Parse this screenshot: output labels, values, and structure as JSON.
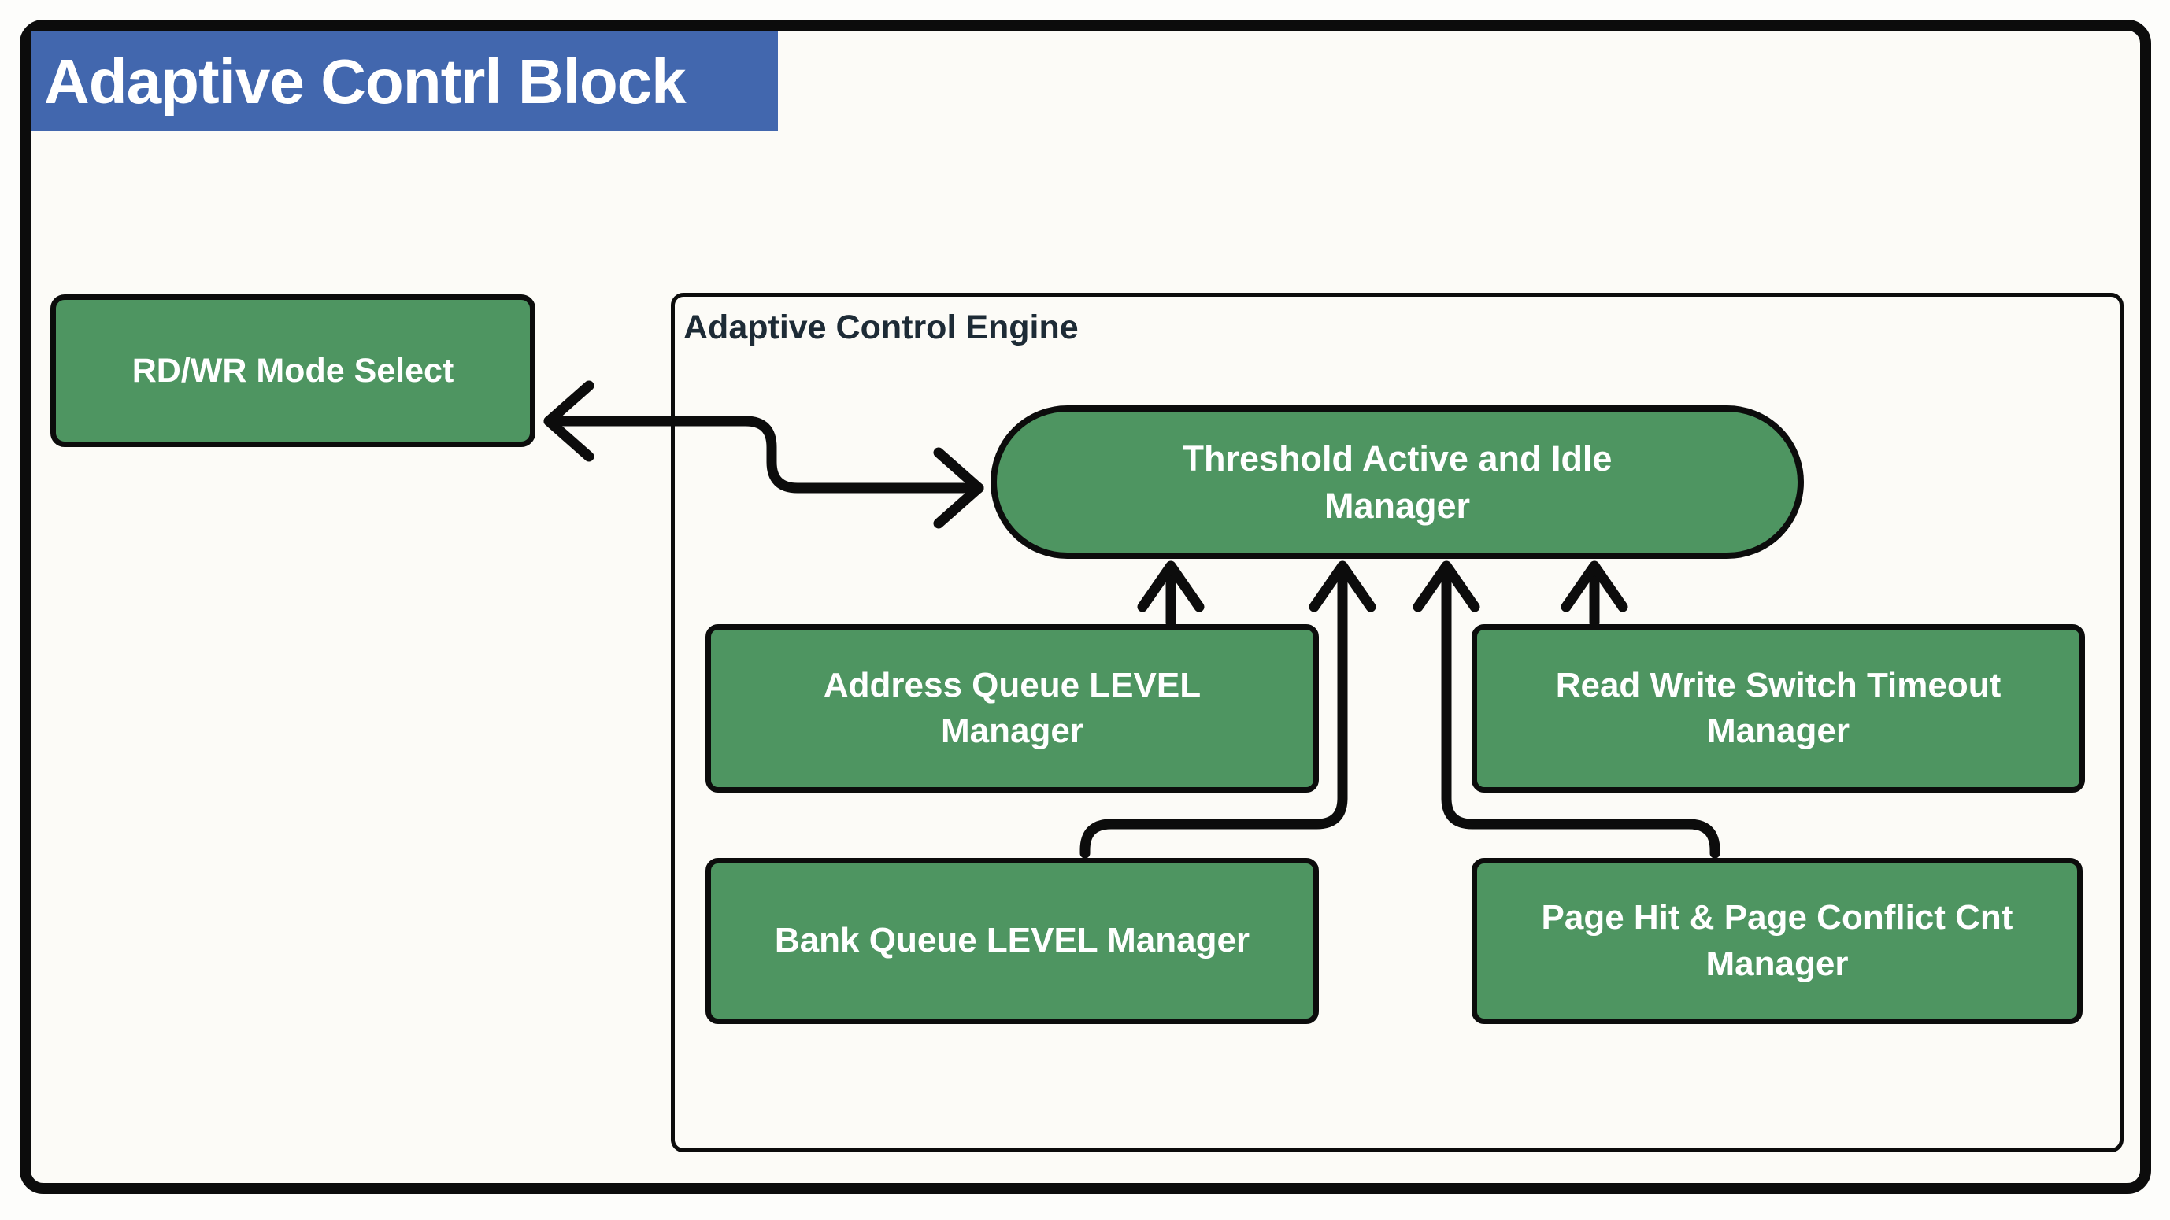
{
  "diagram": {
    "type": "block-diagram",
    "title": "Adaptive Contrl Block"
  },
  "colors": {
    "title_bar_blue": "#4267ae",
    "node_green": "#4e9561",
    "connector_black": "#0c0c0c",
    "canvas_background": "#fcfbf7",
    "node_label_white": "#ffffff",
    "engine_label_dark": "#1d2b36"
  },
  "blocks": {
    "rd_wr_mode_select": "RD/WR Mode Select",
    "adaptive_control_engine": "Adaptive Control Engine",
    "threshold_manager": "Threshold Active and Idle Manager",
    "address_queue_manager": "Address Queue LEVEL Manager",
    "read_write_switch_manager": "Read Write Switch Timeout\nManager",
    "bank_queue_manager": "Bank Queue LEVEL Manager",
    "page_hit_manager": "Page Hit & Page Conflict Cnt\nManager"
  },
  "connections": [
    {
      "between": [
        "threshold_manager",
        "rd_wr_mode_select"
      ],
      "style": "elbow, arrowheads on both ends"
    },
    {
      "from": "address_queue_manager",
      "to": "threshold_manager",
      "style": "straight arrow up"
    },
    {
      "from": "bank_queue_manager",
      "to": "threshold_manager",
      "style": "elbow arrow up"
    },
    {
      "from": "page_hit_manager",
      "to": "threshold_manager",
      "style": "elbow arrow up"
    },
    {
      "from": "read_write_switch_manager",
      "to": "threshold_manager",
      "style": "straight arrow up"
    }
  ]
}
